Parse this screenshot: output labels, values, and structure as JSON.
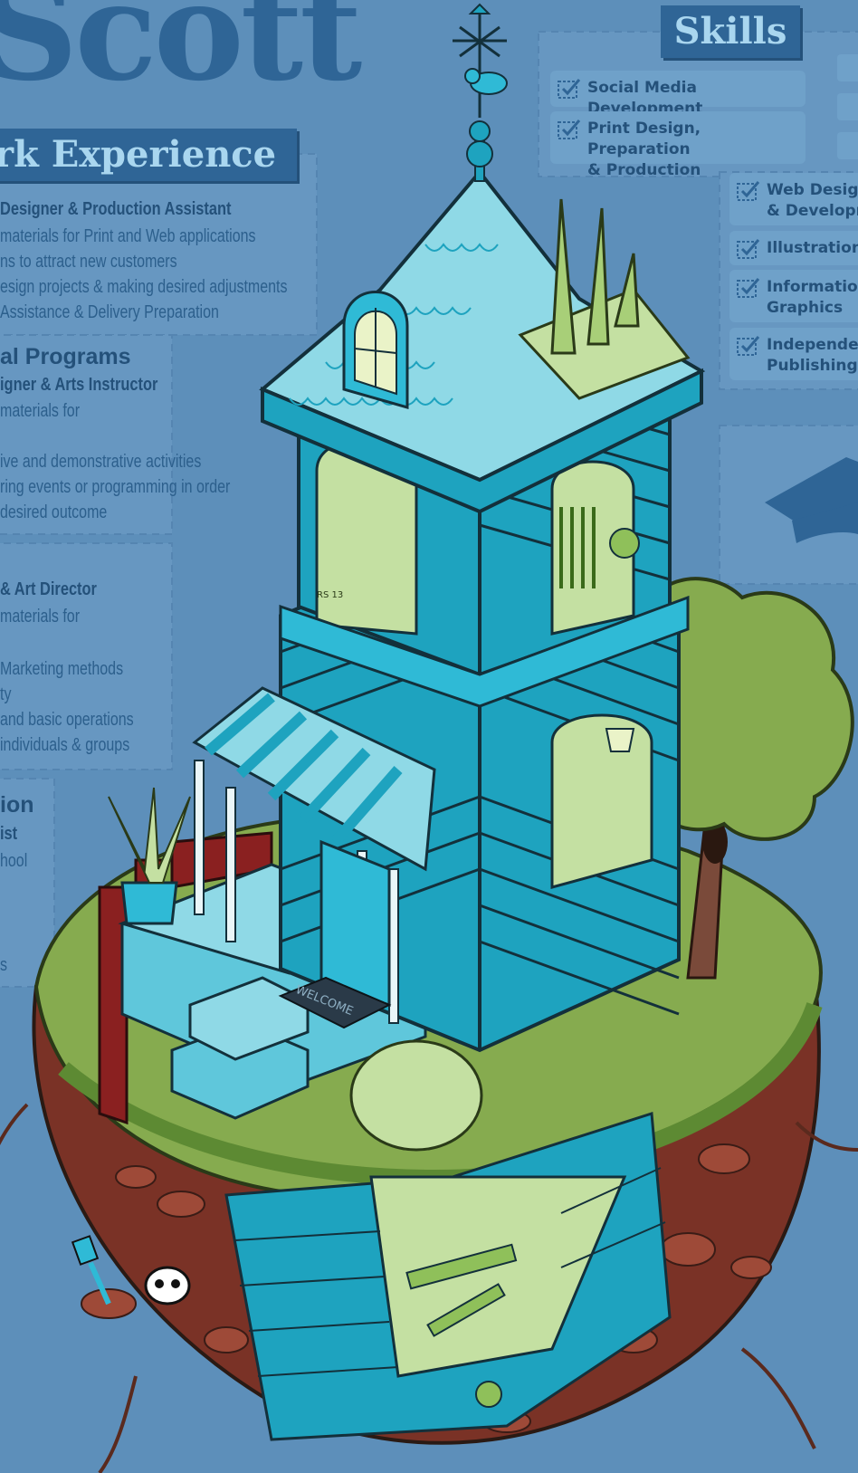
{
  "header": {
    "name": "Scott"
  },
  "work_experience": {
    "title": "rk Experience",
    "jobs": [
      {
        "title": "Designer & Production Assistant",
        "lines": [
          "materials for Print and Web applications",
          "ns to attract new customers",
          "esign projects & making desired adjustments",
          "Assistance & Delivery Preparation"
        ]
      },
      {
        "heading": "al Programs",
        "title": "igner & Arts Instructor",
        "lines": [
          "materials for",
          "ive and demonstrative activities",
          "ring events or programming in order",
          "desired outcome"
        ]
      },
      {
        "title": "& Art Director",
        "lines": [
          "materials for",
          "Marketing methods",
          "ty",
          "and basic operations",
          "individuals & groups"
        ]
      },
      {
        "heading": "ion",
        "title": "ist",
        "lines": [
          "hool",
          "s"
        ]
      }
    ]
  },
  "skills": {
    "title": "Skills",
    "items": [
      {
        "label_lines": [
          "Social Media Development"
        ]
      },
      {
        "label_lines": [
          "Print Design, Preparation",
          "& Production"
        ]
      },
      {
        "label_lines": [
          "Web Design",
          "& Developm"
        ]
      },
      {
        "label_lines": [
          "Illustration"
        ]
      },
      {
        "label_lines": [
          "Information",
          "Graphics"
        ]
      },
      {
        "label_lines": [
          "Independent",
          "Publishing"
        ]
      }
    ]
  },
  "illustration": {
    "welcome_mat": "WELCOME",
    "sketchbook_label": "RS 13",
    "icons": [
      "graduation-cap-icon",
      "checkbox-icon",
      "weather-vane-icon",
      "skull-icon",
      "spatula-icon"
    ]
  },
  "colors": {
    "background": "#5d8fba",
    "panel": "#6a9cc5",
    "dark_blue": "#2f6596",
    "heading_text": "#a9d6ef",
    "house_teal": "#1ea3bf",
    "grass": "#86ab4f",
    "soil": "#7a3226"
  }
}
